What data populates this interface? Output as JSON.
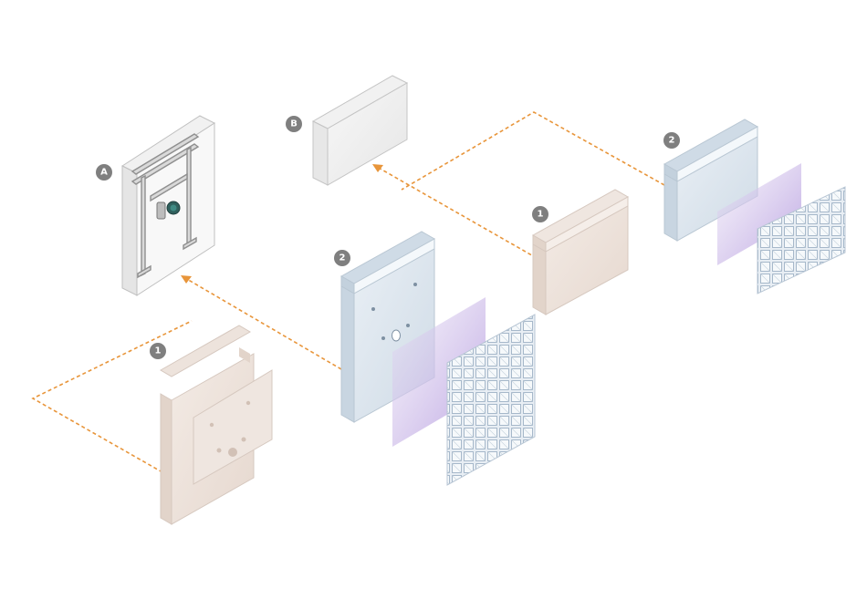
{
  "labels": {
    "frame_a": "A",
    "box_b": "B",
    "step1_left": "1",
    "step2_left": "2",
    "step1_right": "1",
    "step2_right": "2"
  },
  "colors": {
    "connector": "#e8953a",
    "badge": "#7f7f7f",
    "board": "#ece1da",
    "board_edge": "#d6c8bf",
    "panel": "#dde6ee",
    "panel_edge": "#b9c7d3",
    "membrane": "#c9b6e6",
    "tile": "#e4ecf3",
    "tile_line": "#9fb2c6"
  },
  "icons": {
    "frame": "installation-frame-icon",
    "box": "empty-box-icon"
  }
}
